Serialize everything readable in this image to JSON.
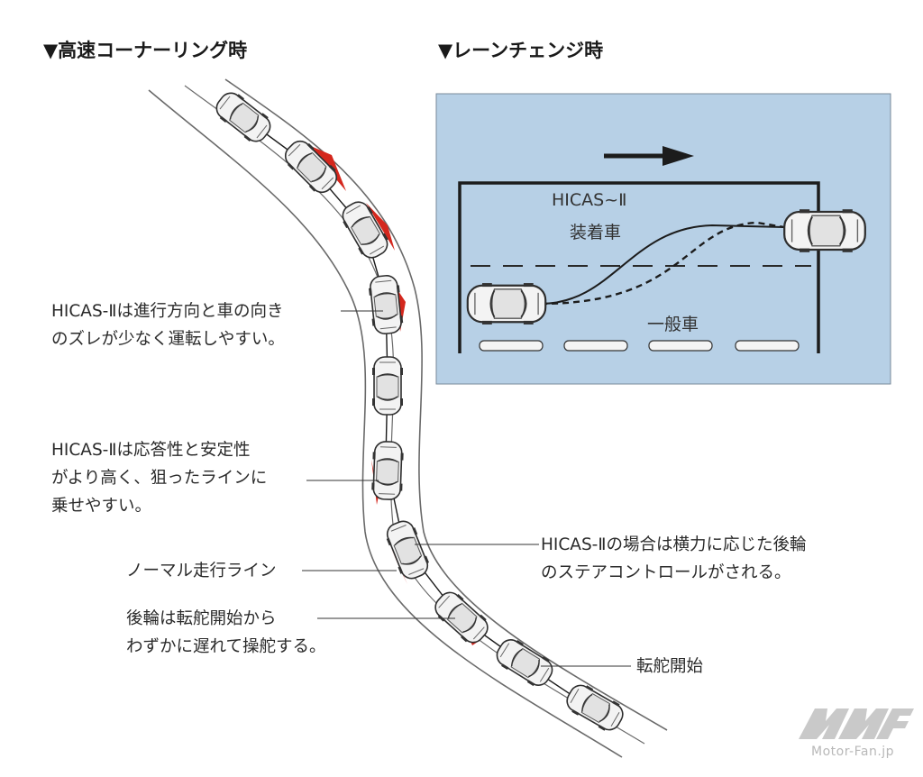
{
  "headings": {
    "cornering": "▼高速コーナーリング時",
    "lane_change": "▼レーンチェンジ時"
  },
  "annotations": {
    "direction": [
      "HICAS-Ⅱは進行方向と車の向き",
      "のズレが少なく運転しやすい。"
    ],
    "response": [
      "HICAS-Ⅱは応答性と安定性",
      "がより高く、狙ったラインに",
      "乗せやすい。"
    ],
    "normal_line": "ノーマル走行ライン",
    "rear_delay": [
      "後輪は転舵開始から",
      "わずかに遅れて操舵する。"
    ],
    "hicas_case": [
      "HICAS-Ⅱの場合は横力に応じた後輪",
      "のステアコントロールがされる。"
    ],
    "steer_start": "転舵開始"
  },
  "lane_change_panel": {
    "hicas_label": "HICAS~Ⅱ",
    "equipped_label": "装着車",
    "normal_car_label": "一般車",
    "background_color": "#b7d0e6"
  },
  "colors": {
    "accent_red": "#d4271d",
    "road_line": "#6a6a6a",
    "car_body": "#f2f2f2"
  },
  "watermark": {
    "text": "Motor-Fan.jp",
    "icon": "motor-fan-logo-icon"
  }
}
